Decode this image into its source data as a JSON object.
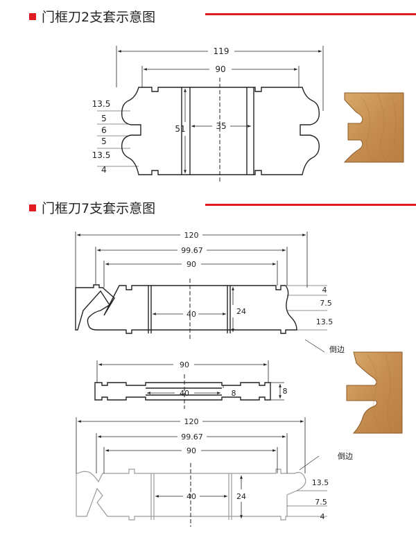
{
  "sections": [
    {
      "title": "门框刀2支套示意图",
      "dims": {
        "overall": "119",
        "inner": "90",
        "height": "51",
        "center": "35",
        "left": [
          "13.5",
          "5",
          "6",
          "5",
          "13.5",
          "4"
        ]
      }
    },
    {
      "title": "门框刀7支套示意图",
      "top_cutter": {
        "overall": "120",
        "mid": "99.67",
        "inner": "90",
        "center": "40",
        "height": "24",
        "right": [
          "4",
          "7.5",
          "13.5"
        ],
        "chamfer": "倒边"
      },
      "spacer": {
        "width": "90",
        "inner": "40",
        "thick": "8",
        "side": "8"
      },
      "bottom_cutter": {
        "overall": "120",
        "mid": "99.67",
        "inner": "90",
        "center": "40",
        "height": "24",
        "right": [
          "13.5",
          "7.5",
          "4"
        ],
        "chamfer": "倒边"
      }
    }
  ],
  "colors": {
    "accent": "#e01b22",
    "wood": "#c9955a"
  }
}
